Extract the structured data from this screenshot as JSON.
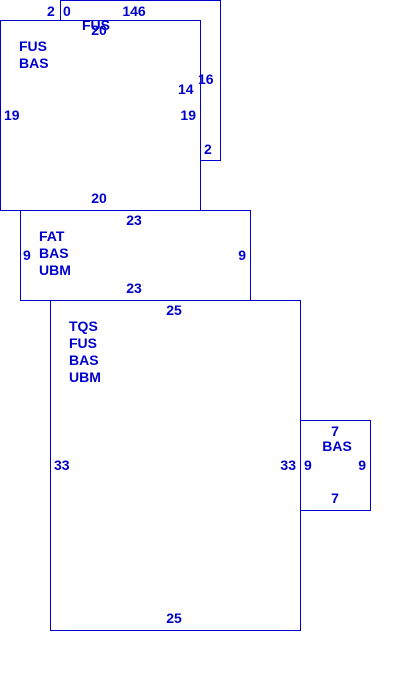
{
  "colors": {
    "line": "#0000cc",
    "text": "#0000cc",
    "background": "#ffffff"
  },
  "rooms": {
    "r1": {
      "codes": [
        "FUS"
      ],
      "top": "146",
      "bottom": "2",
      "left": "0",
      "right": "16"
    },
    "r2": {
      "codes": [
        "FUS",
        "BAS"
      ],
      "top": "20",
      "top_left": "2",
      "bottom": "20",
      "left": "19",
      "right": "19",
      "right_upper": "14"
    },
    "r3": {
      "codes": [
        "FAT",
        "BAS",
        "UBM"
      ],
      "top": "23",
      "bottom": "23",
      "left": "9",
      "right": "9"
    },
    "r4": {
      "codes": [
        "TQS",
        "FUS",
        "BAS",
        "UBM"
      ],
      "top": "25",
      "bottom": "25",
      "left": "33",
      "right": "33"
    },
    "r5": {
      "codes": [
        "BAS"
      ],
      "top": "7",
      "bottom": "7",
      "left": "9",
      "right": "9"
    }
  }
}
